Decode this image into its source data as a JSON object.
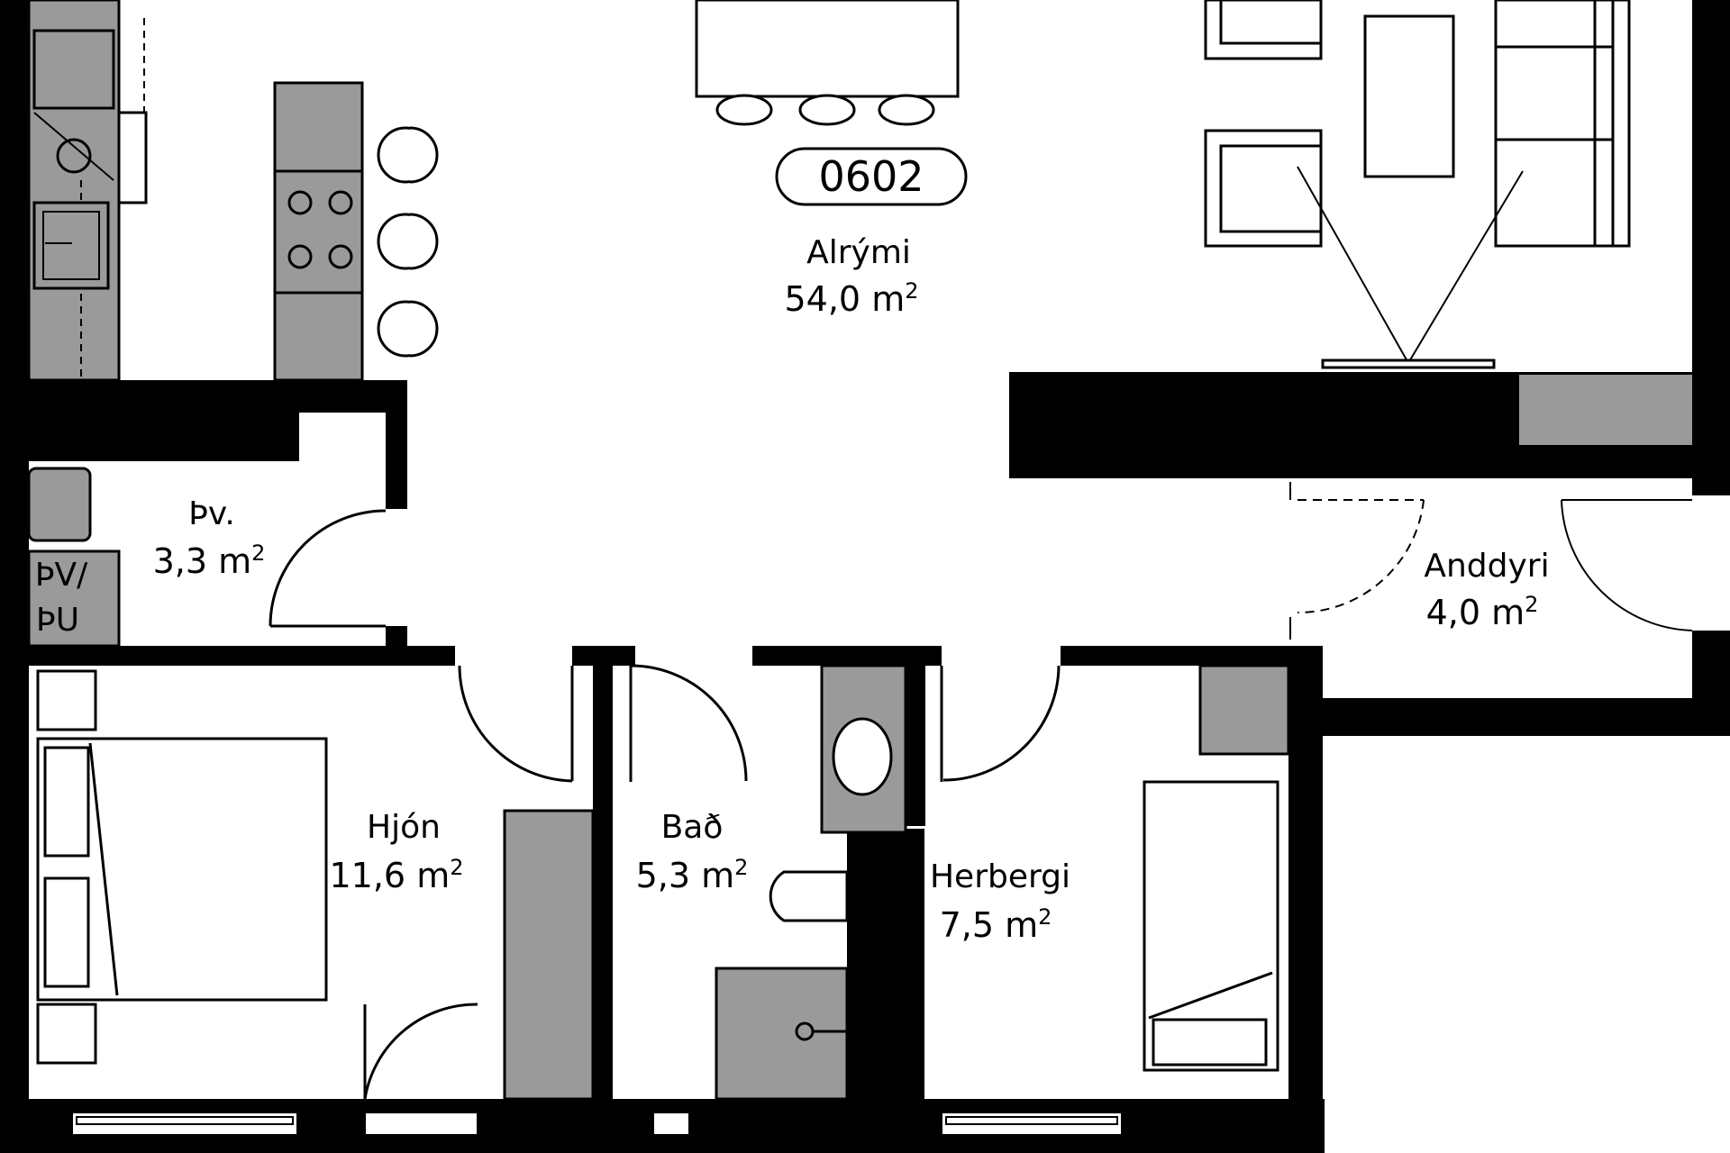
{
  "colors": {
    "wall": "#000000",
    "fixture": "#9a9a9a",
    "background": "#ffffff"
  },
  "unit": {
    "number": "0602"
  },
  "rooms": [
    {
      "id": "alrymi",
      "name": "Alrými",
      "area": "54,0 m",
      "sup": "2"
    },
    {
      "id": "thv",
      "name": "Þv.",
      "area": "3,3 m",
      "sup": "2"
    },
    {
      "id": "anddyri",
      "name": "Anddyri",
      "area": "4,0 m",
      "sup": "2"
    },
    {
      "id": "hjon",
      "name": "Hjón",
      "area": "11,6 m",
      "sup": "2"
    },
    {
      "id": "bad",
      "name": "Bað",
      "area": "5,3 m",
      "sup": "2"
    },
    {
      "id": "herbergi",
      "name": "Herbergi",
      "area": "7,5 m",
      "sup": "2"
    }
  ],
  "appliance_labels": {
    "line1": "ÞV/",
    "line2": "ÞU"
  },
  "icons": [
    "sink-icon",
    "stove-icon",
    "toilet-icon",
    "bed-icon",
    "sofa-icon",
    "tv-icon",
    "bar-stool-icon",
    "door-swing-icon"
  ]
}
